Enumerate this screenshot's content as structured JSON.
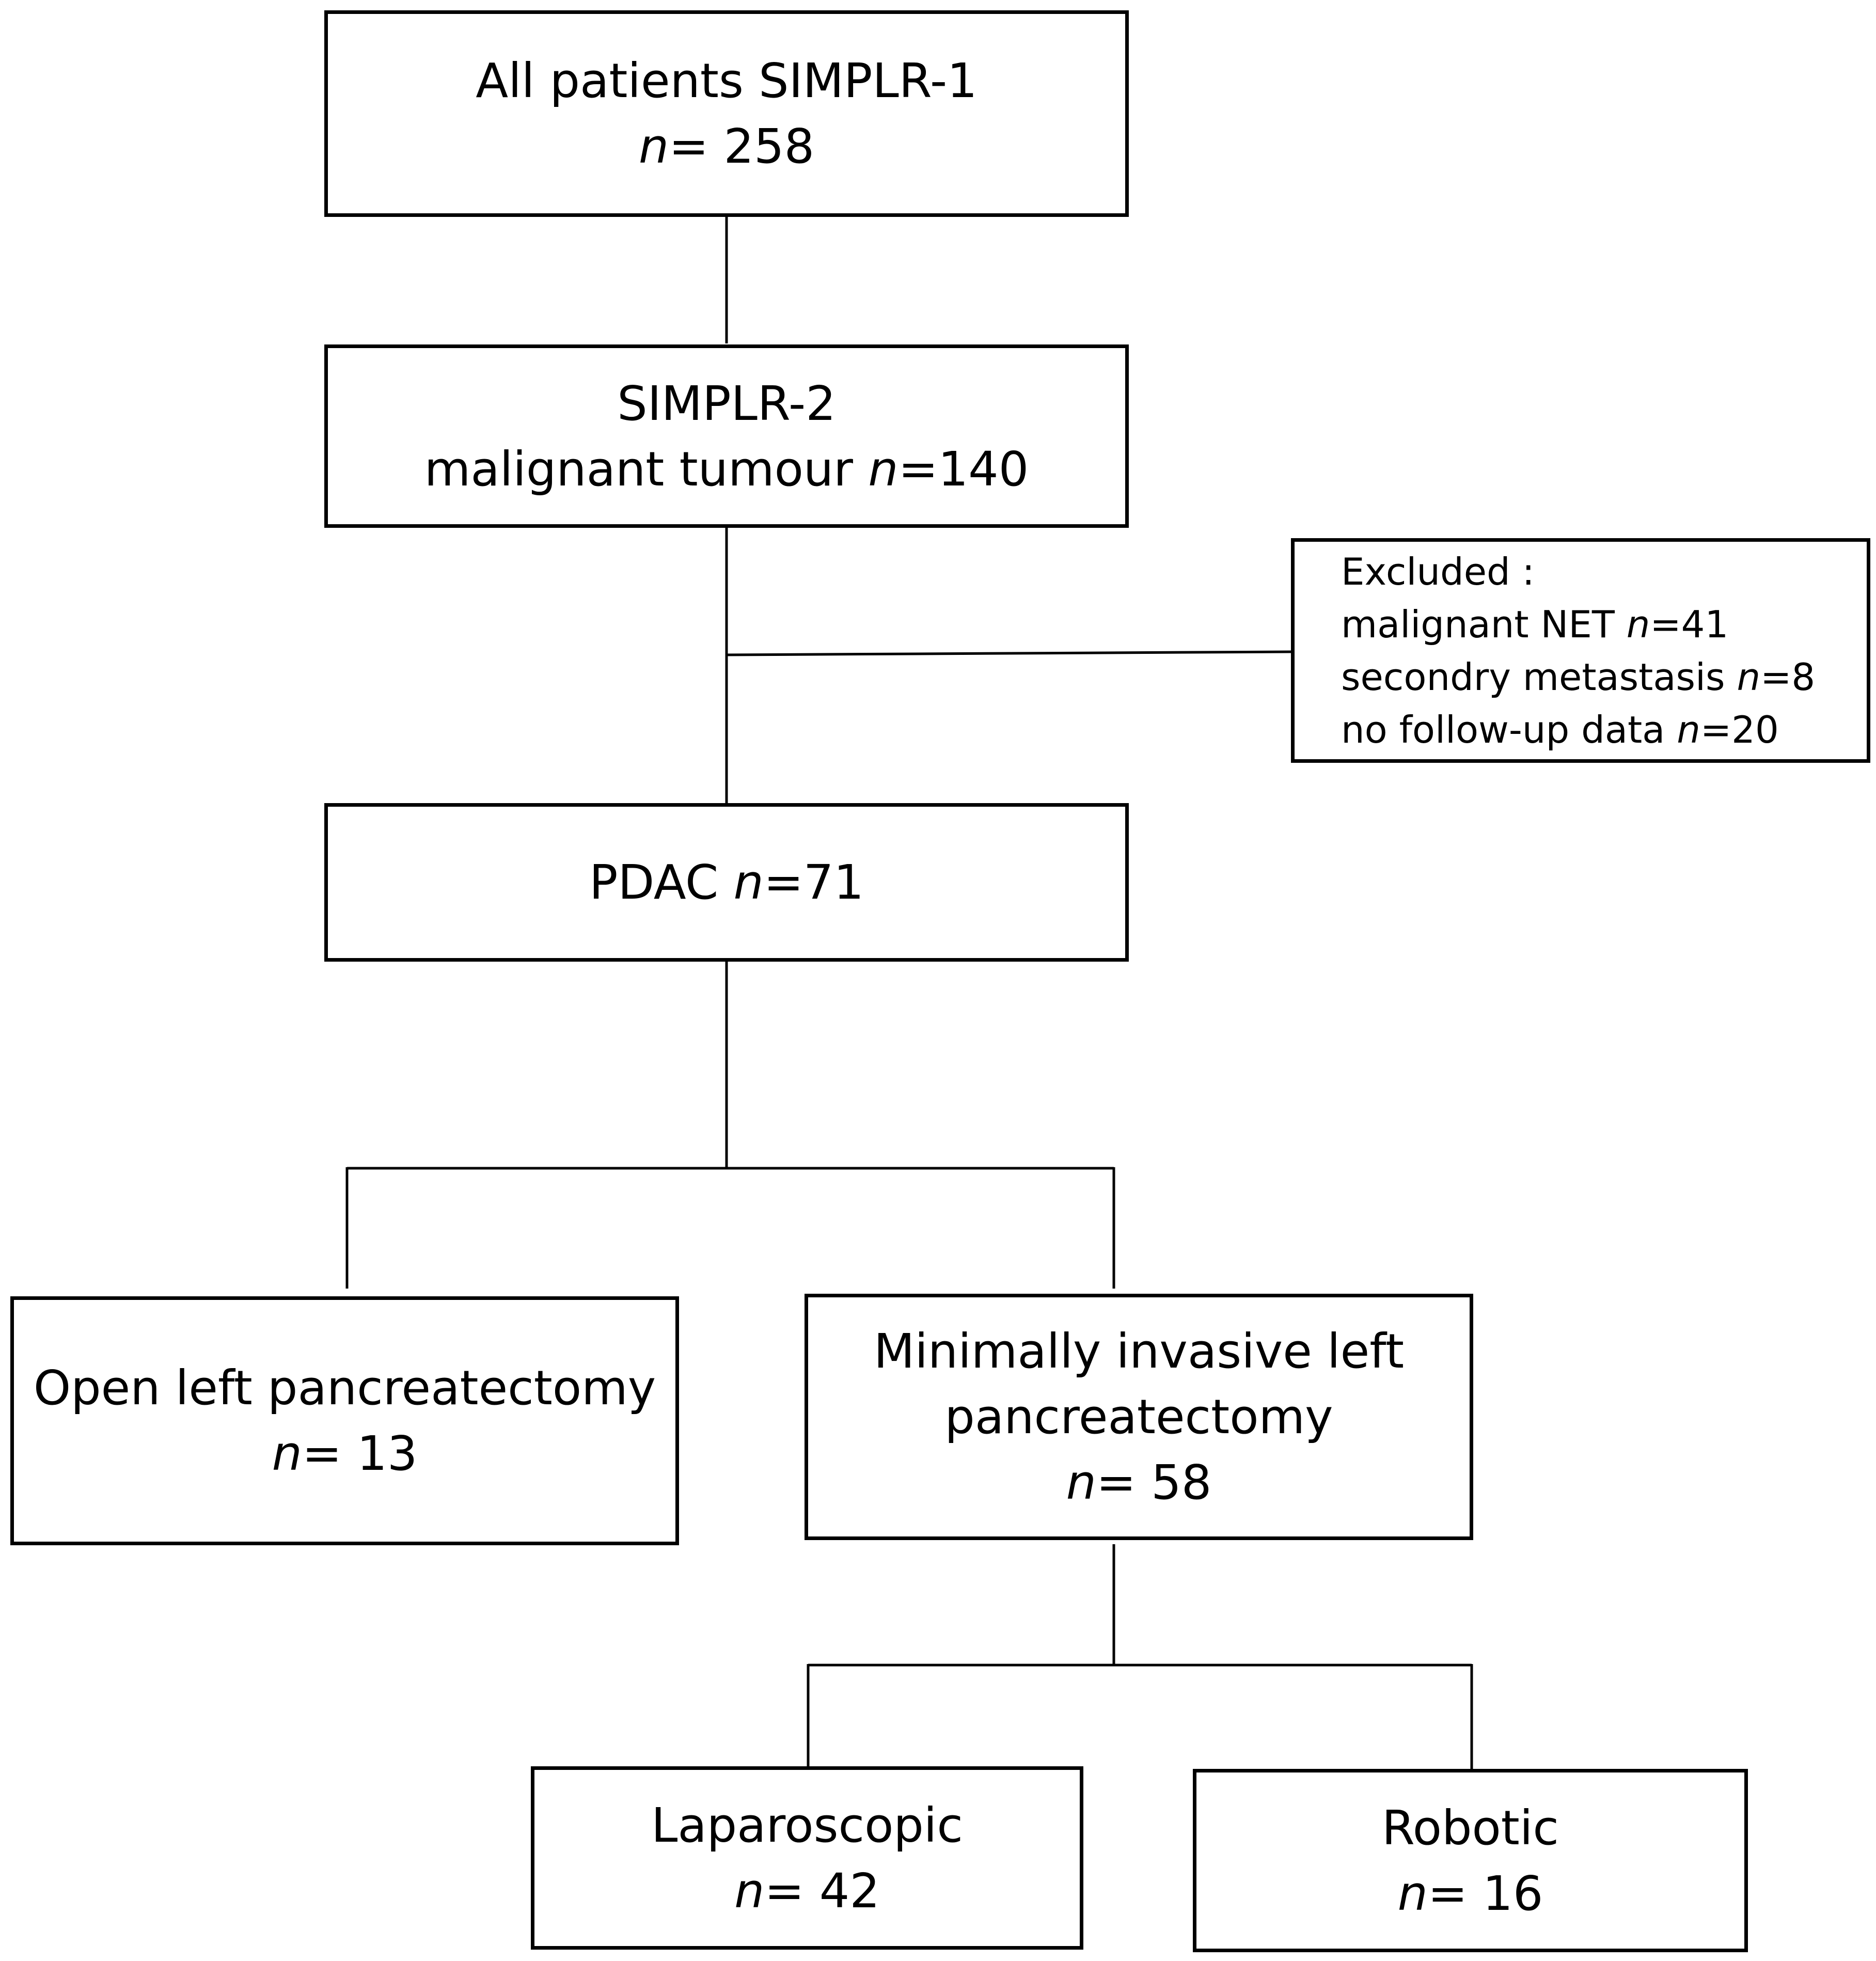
{
  "n_symbol": "n",
  "boxes": {
    "all_patients": {
      "title": "All patients SIMPLR-1",
      "count": "= 258"
    },
    "simplr2": {
      "title": "SIMPLR-2",
      "subtitle": "malignant tumour ",
      "count": "=140"
    },
    "excluded": {
      "title": "Excluded :",
      "items": [
        {
          "label": "malignant NET ",
          "count": "=41"
        },
        {
          "label": "secondry metastasis ",
          "count": "=8"
        },
        {
          "label": "no follow-up data ",
          "count": "=20"
        }
      ]
    },
    "pdac": {
      "title": "PDAC ",
      "count": "=71"
    },
    "open": {
      "title": "Open left pancreatectomy",
      "count": "= 13"
    },
    "minimally_invasive": {
      "title_line1": "Minimally invasive left",
      "title_line2": "pancreatectomy",
      "count": "= 58"
    },
    "laparoscopic": {
      "title": "Laparoscopic",
      "count": "= 42"
    },
    "robotic": {
      "title": "Robotic",
      "count": "= 16"
    }
  }
}
